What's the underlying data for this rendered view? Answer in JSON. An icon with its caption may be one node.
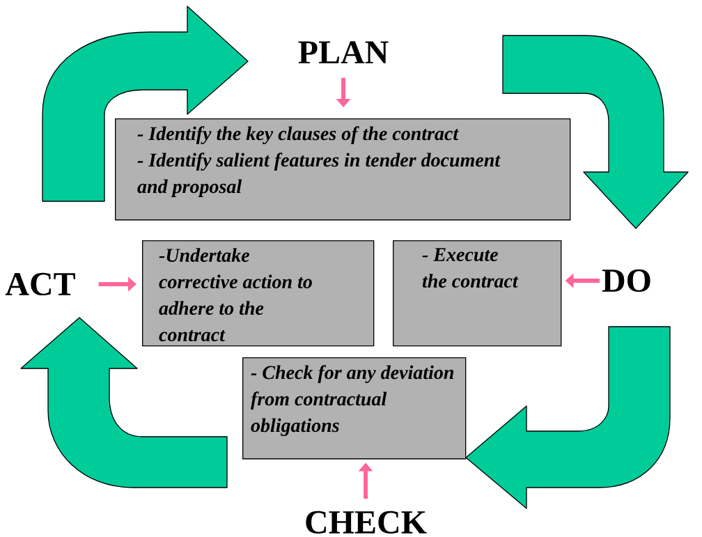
{
  "diagram": {
    "nodes": [
      {
        "text": [
          "PLAN"
        ]
      },
      {
        "text": [
          "- Identify the key clauses of the contract",
          "- Identify salient features in tender document and proposal"
        ]
      },
      {
        "text": [
          "ACT"
        ]
      },
      {
        "text": [
          "-Undertake corrective action to adhere to the contract"
        ]
      },
      {
        "text": [
          "- Execute the contract"
        ]
      },
      {
        "text": [
          "DO"
        ]
      },
      {
        "text": [
          "- Check for any deviation from contractual obligations"
        ]
      },
      {
        "text": [
          "CHECK"
        ]
      }
    ],
    "edges": [
      {
        "from": 0,
        "to": 1,
        "arrow": "to",
        "color": "#ff6699"
      },
      {
        "from": 2,
        "to": 3,
        "arrow": "to",
        "color": "#ff6699"
      },
      {
        "from": 5,
        "to": 4,
        "arrow": "to",
        "color": "#ff6699"
      },
      {
        "from": 7,
        "to": 6,
        "arrow": "to",
        "color": "#ff6699"
      }
    ]
  }
}
